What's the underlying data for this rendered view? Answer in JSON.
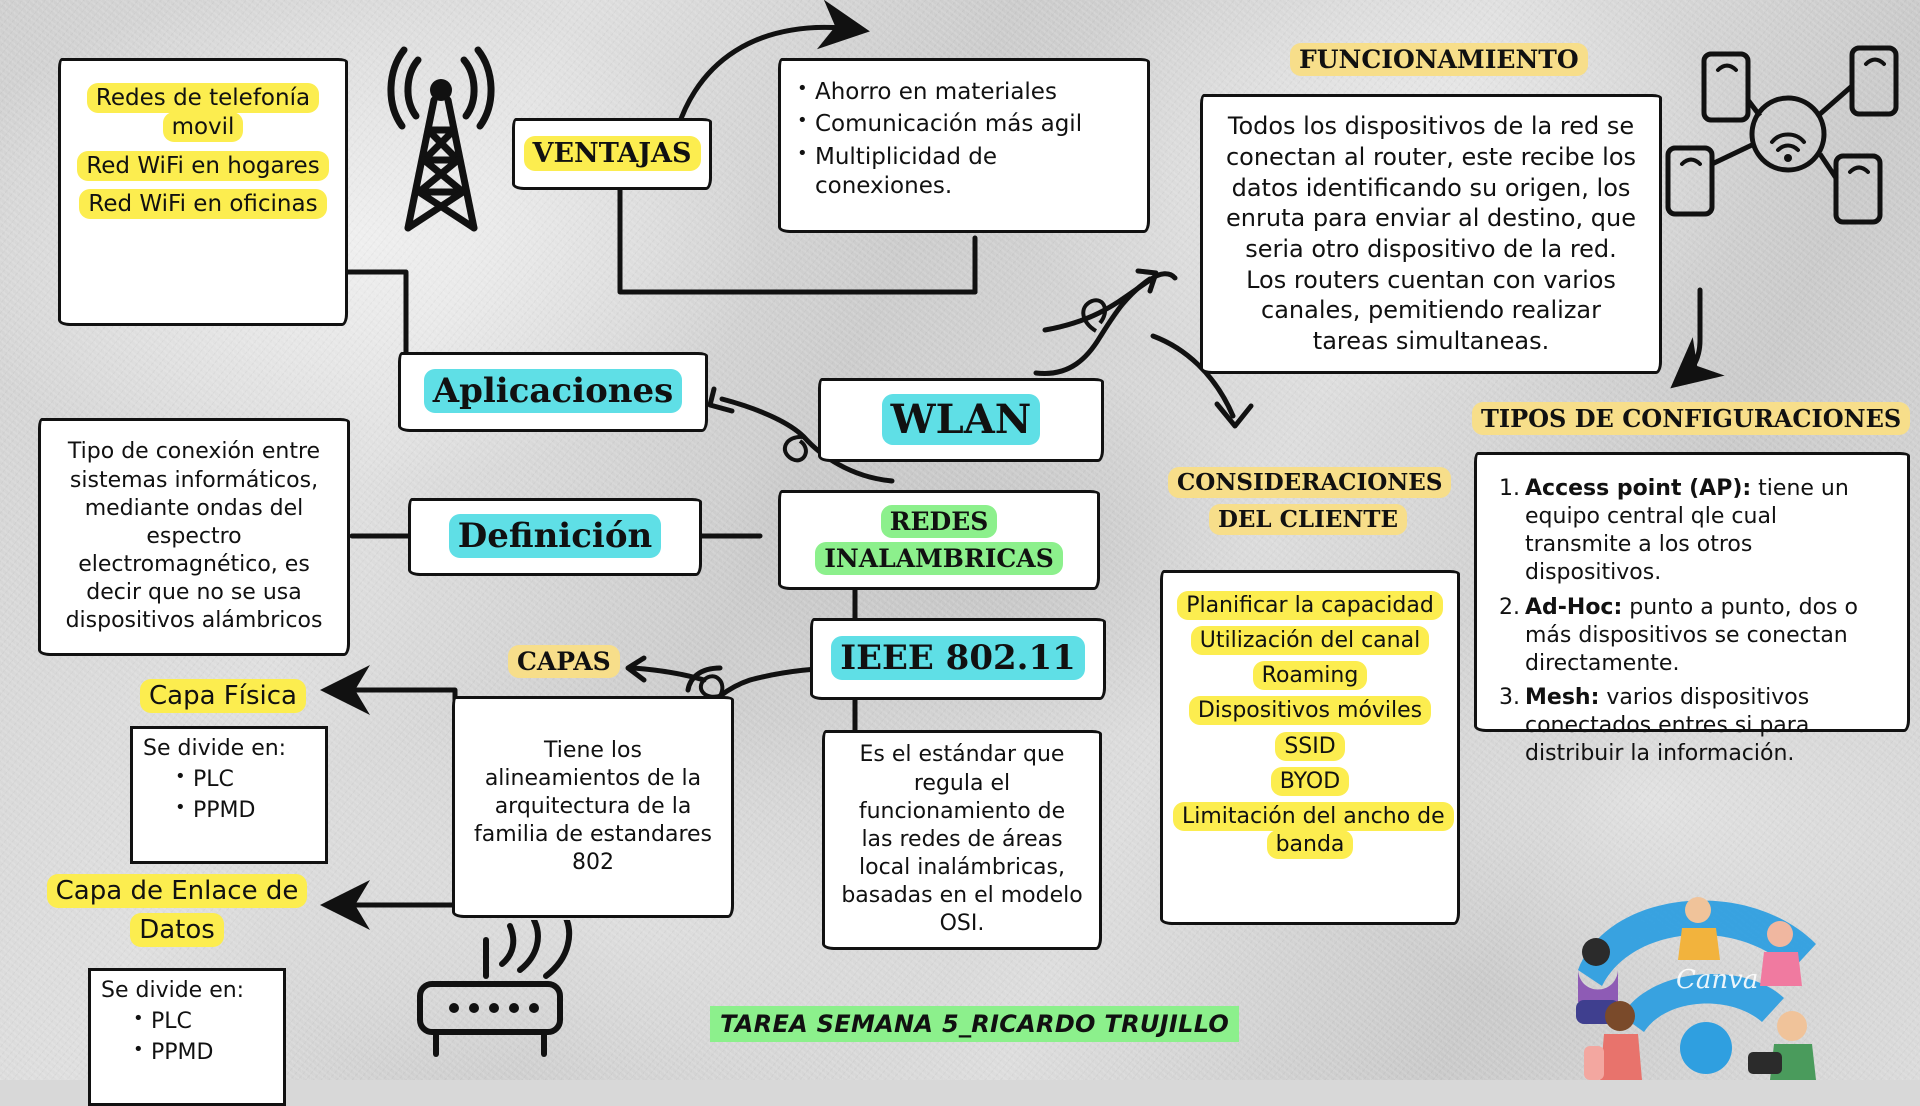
{
  "poster": {
    "background_color": "#d4d4d4",
    "accent_yellow": "#fced4f",
    "accent_yellow_soft": "#f7de8a",
    "accent_cyan": "#5fdfe6",
    "accent_green": "#8cf08c",
    "footer_label": "TAREA SEMANA 5_RICARDO TRUJILLO",
    "watermark": "Canva"
  },
  "applications": {
    "items": [
      "Redes de telefonía movil",
      "Red WiFi en hogares",
      "Red WiFi en oficinas"
    ]
  },
  "ventajas": {
    "title": "VENTAJAS",
    "items": [
      "Ahorro en materiales",
      "Comunicación más agil",
      "Multiplicidad de conexiones."
    ]
  },
  "funcionamiento": {
    "title": "FUNCIONAMIENTO",
    "body": "Todos los dispositivos de la red se conectan al router, este recibe los datos identificando su origen, los enruta para enviar al destino, que seria otro dispositivo de la red. Los routers cuentan con varios canales, pemitiendo realizar tareas simultaneas."
  },
  "configuraciones": {
    "title": "TIPOS DE CONFIGURACIONES",
    "items": [
      {
        "term": "Access point (AP):",
        "desc": " tiene un equipo central qle cual transmite a los otros dispositivos."
      },
      {
        "term": "Ad-Hoc:",
        "desc": " punto a punto, dos o más dispositivos se conectan directamente."
      },
      {
        "term": "Mesh:",
        "desc": " varios dispositivos conectados entres si para distribuir la información."
      }
    ]
  },
  "consideraciones": {
    "title_line1": "CONSIDERACIONES",
    "title_line2": "DEL CLIENTE",
    "items": [
      "Planificar la capacidad",
      "Utilización del canal",
      "Roaming",
      "Dispositivos móviles",
      "SSID",
      "BYOD",
      "Limitación del ancho de banda"
    ]
  },
  "center": {
    "wlan": "WLAN",
    "redes_line1": "REDES",
    "redes_line2": "INALAMBRICAS",
    "ieee": "IEEE 802.11",
    "aplicaciones": "Aplicaciones",
    "definicion": "Definición"
  },
  "definicion_box": {
    "body": "Tipo de conexión entre sistemas informáticos, mediante ondas del espectro electromagnético, es decir que no se usa dispositivos alámbricos"
  },
  "ieee_box": {
    "body": "Es el estándar que regula el funcionamiento de las redes de áreas local inalámbricas, basadas en el modelo OSI."
  },
  "capas": {
    "title": "CAPAS",
    "body": "Tiene los alineamientos de la arquitectura de la familia de estandares 802",
    "capa_fisica": {
      "label": "Capa Física",
      "intro": "Se divide en:",
      "items": [
        "PLC",
        "PPMD"
      ]
    },
    "capa_enlace": {
      "label": "Capa de Enlace de Datos",
      "intro": "Se divide en:",
      "items": [
        "PLC",
        "PPMD"
      ]
    }
  },
  "icons": {
    "tower": "radio-tower-icon",
    "router": "wifi-router-icon",
    "devices": "connected-devices-icon",
    "people": "people-wifi-illustration"
  }
}
